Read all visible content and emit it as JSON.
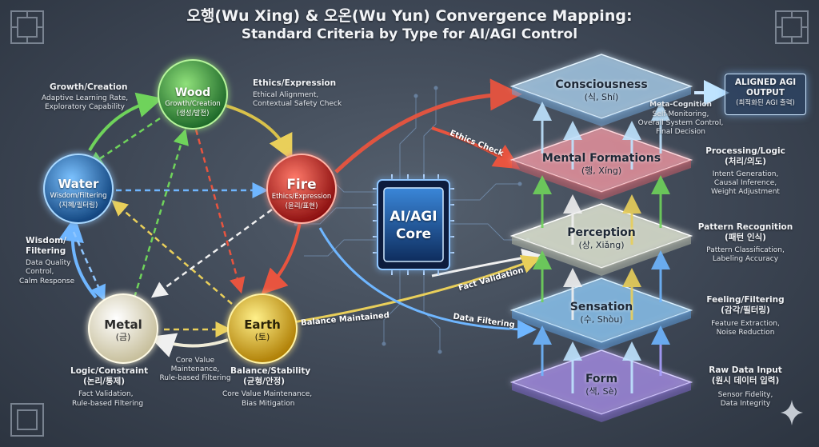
{
  "title": {
    "line1": "오행(Wu Xing) & 오온(Wu Yun) Convergence Mapping:",
    "line2": "Standard Criteria by Type for AI/AGI Control"
  },
  "elements": {
    "wood": {
      "name": "Wood",
      "sub": "Growth/Creation",
      "kr": "(생성/발전)",
      "color": "#3fa34a"
    },
    "fire": {
      "name": "Fire",
      "sub": "Ethics/Expression",
      "kr": "(윤리/표현)",
      "color": "#d62a2a"
    },
    "earth": {
      "name": "Earth",
      "sub": "",
      "kr": "(토)",
      "color": "#e0b81a"
    },
    "metal": {
      "name": "Metal",
      "sub": "",
      "kr": "(금)",
      "color": "#ece7d2"
    },
    "water": {
      "name": "Water",
      "sub": "Wisdom/Filtering",
      "kr": "(지혜/필터링)",
      "color": "#2d7bc4"
    }
  },
  "element_annotations": {
    "growth": {
      "title": "Growth/Creation",
      "line1": "Adaptive Learning Rate,",
      "line2": "Exploratory Capability"
    },
    "ethics": {
      "title": "Ethics/Expression",
      "line1": "Ethical Alignment,",
      "line2": "Contextual Safety Check"
    },
    "wisdom": {
      "title1": "Wisdom/",
      "title2": "Filtering",
      "line1": "Data Quality",
      "line2": "Control,",
      "line3": "Calm Response"
    },
    "logic": {
      "title": "Logic/Constraint",
      "kr": "(논리/통제)",
      "line1": "Fact Validation,",
      "line2": "Rule-based Filtering"
    },
    "balance": {
      "title": "Balance/Stability",
      "kr": "(균형/안정)",
      "line1": "Core Value Maintenance,",
      "line2": "Bias Mitigation"
    },
    "core_value": {
      "line1": "Core Value",
      "line2": "Maintenance,",
      "line3": "Rule-based Filtering"
    }
  },
  "core": {
    "line1": "AI/AGI",
    "line2": "Core"
  },
  "flows": {
    "ethics_check": "Ethics Check",
    "fact_validation": "Fact Validation",
    "balance_maintained": "Balance Maintained",
    "data_filtering": "Data Filtering"
  },
  "layers": [
    {
      "name": "Consciousness",
      "sub": "(식, Shí)"
    },
    {
      "name": "Mental Formations",
      "sub": "(행, Xíng)"
    },
    {
      "name": "Perception",
      "sub": "(상, Xiǎng)"
    },
    {
      "name": "Sensation",
      "sub": "(수, Shòu)"
    },
    {
      "name": "Form",
      "sub": "(색, Sè)"
    }
  ],
  "layer_annotations": {
    "meta": {
      "title": "Meta-Cognition",
      "line1": "Self-Monitoring,",
      "line2": "Overall System Control,",
      "line3": "Final Decision"
    },
    "processing": {
      "title": "Processing/Logic",
      "kr": "(처리/의도)",
      "line1": "Intent Generation,",
      "line2": "Causal Inference,",
      "line3": "Weight Adjustment"
    },
    "pattern": {
      "title": "Pattern Recognition",
      "kr": "(패턴 인식)",
      "line1": "Pattern Classification,",
      "line2": "Labeling Accuracy"
    },
    "feeling": {
      "title": "Feeling/Filtering",
      "kr": "(감각/필터링)",
      "line1": "Feature Extraction,",
      "line2": "Noise Reduction"
    },
    "raw": {
      "title": "Raw Data Input",
      "kr": "(원시 데이터 입력)",
      "line1": "Sensor Fidelity,",
      "line2": "Data Integrity"
    }
  },
  "output": {
    "line1": "ALIGNED AGI",
    "line2": "OUTPUT",
    "kr": "(최적화된 AGI 출력)"
  },
  "icons": [
    "knot-ornament-icon",
    "sparkle-icon"
  ]
}
